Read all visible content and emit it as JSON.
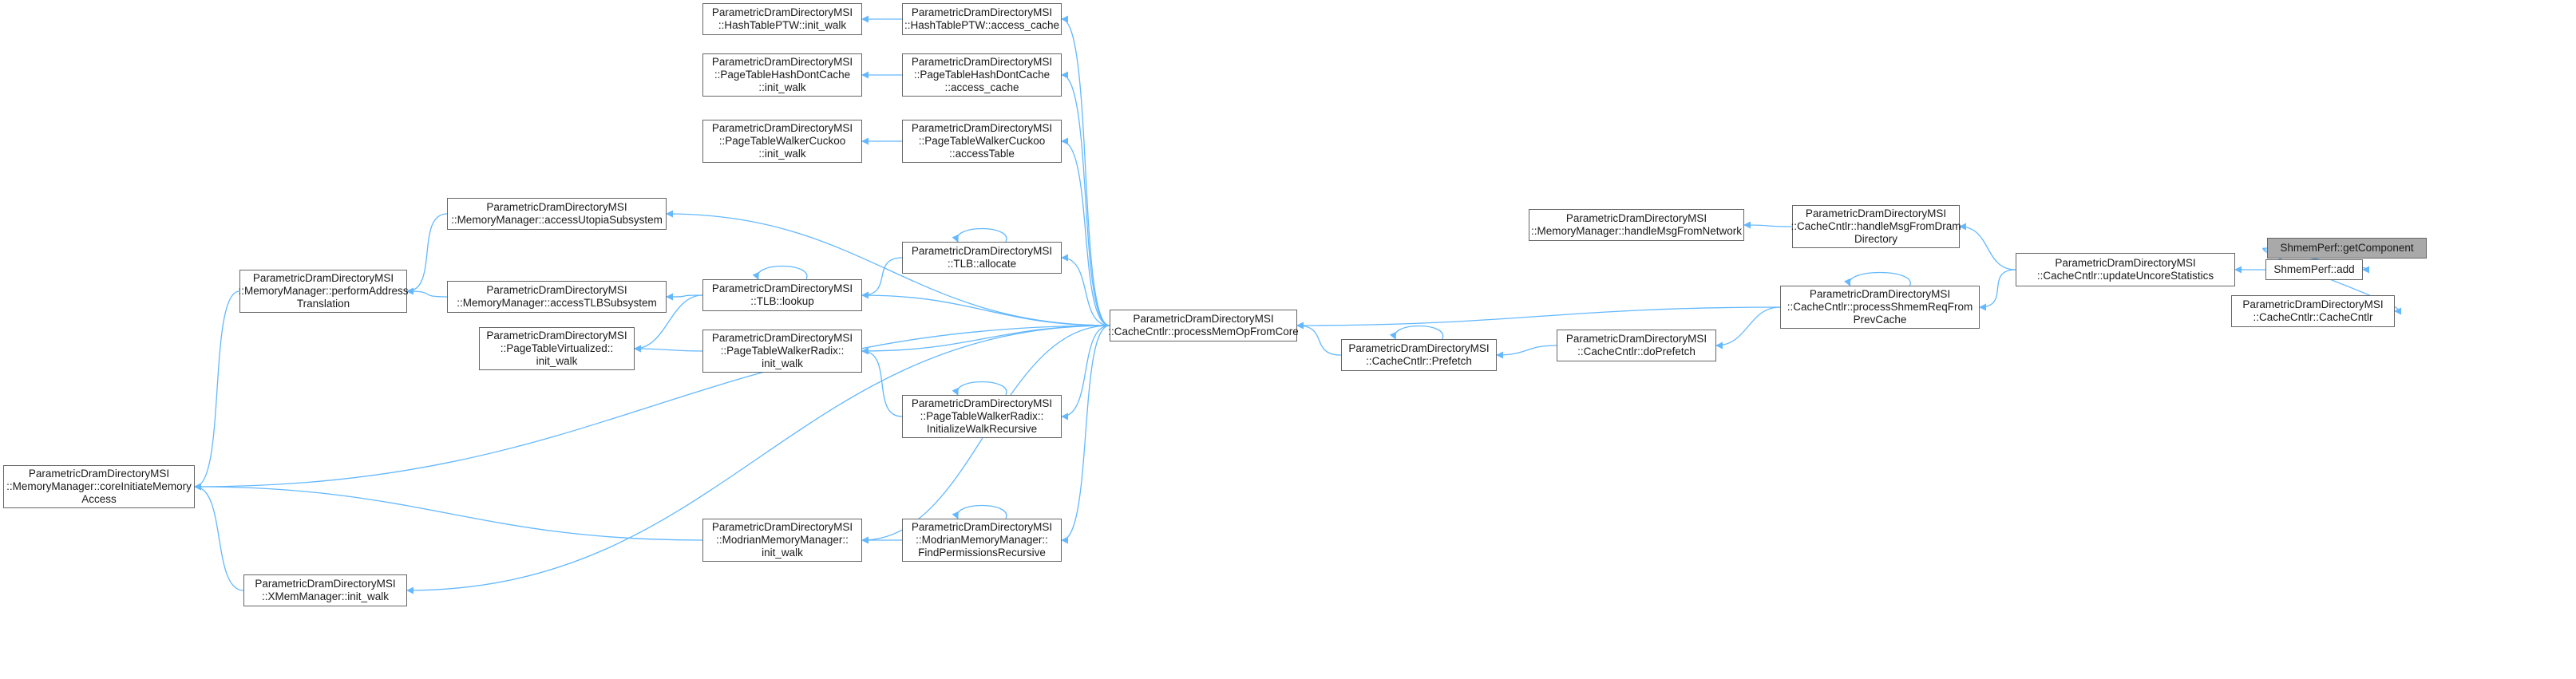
{
  "diagram": {
    "title": "",
    "colors": {
      "edge": "#63b8ff",
      "node_border": "#666666",
      "root_fill": "#a9a9a9",
      "node_fill": "#ffffff"
    },
    "nodes": [
      {
        "id": "getComponent",
        "lines": [
          "ShmemPerf::getComponent"
        ],
        "root": true
      },
      {
        "id": "add",
        "lines": [
          "ShmemPerf::add"
        ]
      },
      {
        "id": "cacheCntlrCtor",
        "lines": [
          "ParametricDramDirectoryMSI",
          "::CacheCntlr::CacheCntlr"
        ]
      },
      {
        "id": "updateUncore",
        "lines": [
          "ParametricDramDirectoryMSI",
          "::CacheCntlr::updateUncoreStatistics"
        ]
      },
      {
        "id": "handleMsgFromDram",
        "lines": [
          "ParametricDramDirectoryMSI",
          "::CacheCntlr::handleMsgFromDram",
          "Directory"
        ]
      },
      {
        "id": "processShmemReq",
        "lines": [
          "ParametricDramDirectoryMSI",
          "::CacheCntlr::processShmemReqFrom",
          "PrevCache"
        ]
      },
      {
        "id": "mmHandleMsg",
        "lines": [
          "ParametricDramDirectoryMSI",
          "::MemoryManager::handleMsgFromNetwork"
        ]
      },
      {
        "id": "doPrefetch",
        "lines": [
          "ParametricDramDirectoryMSI",
          "::CacheCntlr::doPrefetch"
        ]
      },
      {
        "id": "prefetch",
        "lines": [
          "ParametricDramDirectoryMSI",
          "::CacheCntlr::Prefetch"
        ]
      },
      {
        "id": "processMemOp",
        "lines": [
          "ParametricDramDirectoryMSI",
          "::CacheCntlr::processMemOpFromCore"
        ]
      },
      {
        "id": "htAccessCache",
        "lines": [
          "ParametricDramDirectoryMSI",
          "::HashTablePTW::access_cache"
        ]
      },
      {
        "id": "pthdcAccessCache",
        "lines": [
          "ParametricDramDirectoryMSI",
          "::PageTableHashDontCache",
          "::access_cache"
        ]
      },
      {
        "id": "ptwcAccessTable",
        "lines": [
          "ParametricDramDirectoryMSI",
          "::PageTableWalkerCuckoo",
          "::accessTable"
        ]
      },
      {
        "id": "tlbAllocate",
        "lines": [
          "ParametricDramDirectoryMSI",
          "::TLB::allocate"
        ]
      },
      {
        "id": "radixInitRec",
        "lines": [
          "ParametricDramDirectoryMSI",
          "::PageTableWalkerRadix::",
          "InitializeWalkRecursive"
        ]
      },
      {
        "id": "modrianFindPerm",
        "lines": [
          "ParametricDramDirectoryMSI",
          "::ModrianMemoryManager::",
          "FindPermissionsRecursive"
        ]
      },
      {
        "id": "htInitWalk",
        "lines": [
          "ParametricDramDirectoryMSI",
          "::HashTablePTW::init_walk"
        ]
      },
      {
        "id": "pthdcInitWalk",
        "lines": [
          "ParametricDramDirectoryMSI",
          "::PageTableHashDontCache",
          "::init_walk"
        ]
      },
      {
        "id": "ptwcInitWalk",
        "lines": [
          "ParametricDramDirectoryMSI",
          "::PageTableWalkerCuckoo",
          "::init_walk"
        ]
      },
      {
        "id": "tlbLookup",
        "lines": [
          "ParametricDramDirectoryMSI",
          "::TLB::lookup"
        ]
      },
      {
        "id": "radixInitWalk",
        "lines": [
          "ParametricDramDirectoryMSI",
          "::PageTableWalkerRadix::",
          "init_walk"
        ]
      },
      {
        "id": "modrianInitWalk",
        "lines": [
          "ParametricDramDirectoryMSI",
          "::ModrianMemoryManager::",
          "init_walk"
        ]
      },
      {
        "id": "accessUtopia",
        "lines": [
          "ParametricDramDirectoryMSI",
          "::MemoryManager::accessUtopiaSubsystem"
        ]
      },
      {
        "id": "accessTLB",
        "lines": [
          "ParametricDramDirectoryMSI",
          "::MemoryManager::accessTLBSubsystem"
        ]
      },
      {
        "id": "ptvInitWalk",
        "lines": [
          "ParametricDramDirectoryMSI",
          "::PageTableVirtualized::",
          "init_walk"
        ]
      },
      {
        "id": "performAddr",
        "lines": [
          "ParametricDramDirectoryMSI",
          "::MemoryManager::performAddress",
          "Translation"
        ]
      },
      {
        "id": "coreInitiate",
        "lines": [
          "ParametricDramDirectoryMSI",
          "::MemoryManager::coreInitiateMemory",
          "Access"
        ]
      },
      {
        "id": "xmemInitWalk",
        "lines": [
          "ParametricDramDirectoryMSI",
          "::XMemManager::init_walk"
        ]
      }
    ],
    "edges": [
      [
        "add",
        "getComponent"
      ],
      [
        "cacheCntlrCtor",
        "getComponent"
      ],
      [
        "updateUncore",
        "add"
      ],
      [
        "handleMsgFromDram",
        "updateUncore"
      ],
      [
        "processShmemReq",
        "updateUncore"
      ],
      [
        "mmHandleMsg",
        "handleMsgFromDram"
      ],
      [
        "processShmemReq",
        "processShmemReq"
      ],
      [
        "doPrefetch",
        "processShmemReq"
      ],
      [
        "processMemOp",
        "processShmemReq"
      ],
      [
        "prefetch",
        "doPrefetch"
      ],
      [
        "prefetch",
        "prefetch"
      ],
      [
        "processMemOp",
        "prefetch"
      ],
      [
        "htAccessCache",
        "processMemOp"
      ],
      [
        "pthdcAccessCache",
        "processMemOp"
      ],
      [
        "ptwcAccessTable",
        "processMemOp"
      ],
      [
        "accessUtopia",
        "processMemOp"
      ],
      [
        "tlbAllocate",
        "processMemOp"
      ],
      [
        "tlbLookup",
        "processMemOp"
      ],
      [
        "radixInitWalk",
        "processMemOp"
      ],
      [
        "radixInitRec",
        "processMemOp"
      ],
      [
        "coreInitiate",
        "processMemOp"
      ],
      [
        "modrianFindPerm",
        "processMemOp"
      ],
      [
        "modrianInitWalk",
        "processMemOp"
      ],
      [
        "xmemInitWalk",
        "processMemOp"
      ],
      [
        "htInitWalk",
        "htAccessCache"
      ],
      [
        "pthdcInitWalk",
        "pthdcAccessCache"
      ],
      [
        "ptwcInitWalk",
        "ptwcAccessTable"
      ],
      [
        "tlbAllocate",
        "tlbAllocate"
      ],
      [
        "tlbLookup",
        "tlbAllocate"
      ],
      [
        "tlbLookup",
        "tlbLookup"
      ],
      [
        "radixInitRec",
        "radixInitRec"
      ],
      [
        "radixInitWalk",
        "radixInitRec"
      ],
      [
        "modrianFindPerm",
        "modrianFindPerm"
      ],
      [
        "modrianInitWalk",
        "modrianFindPerm"
      ],
      [
        "performAddr",
        "accessUtopia"
      ],
      [
        "accessTLB",
        "tlbLookup"
      ],
      [
        "ptvInitWalk",
        "tlbLookup"
      ],
      [
        "ptvInitWalk",
        "radixInitWalk"
      ],
      [
        "coreInitiate",
        "modrianInitWalk"
      ],
      [
        "performAddr",
        "accessTLB"
      ],
      [
        "coreInitiate",
        "performAddr"
      ],
      [
        "coreInitiate",
        "xmemInitWalk"
      ]
    ]
  }
}
